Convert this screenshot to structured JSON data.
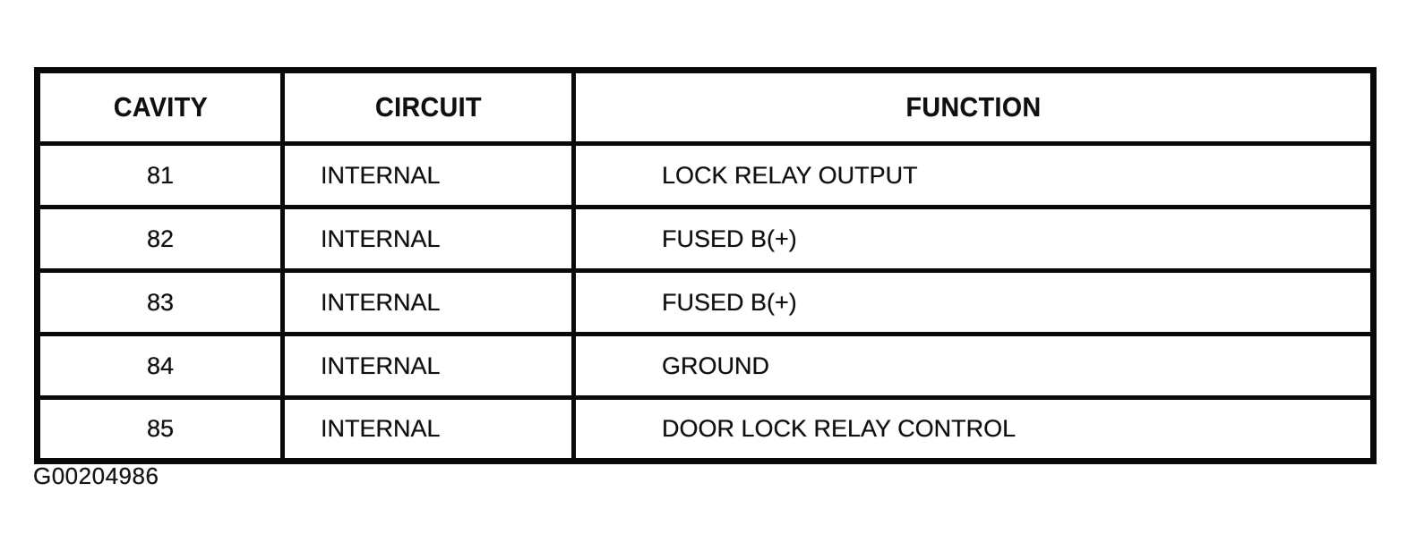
{
  "table": {
    "columns": [
      "CAVITY",
      "CIRCUIT",
      "FUNCTION"
    ],
    "rows": [
      {
        "cavity": "81",
        "circuit": "INTERNAL",
        "function": "LOCK RELAY OUTPUT"
      },
      {
        "cavity": "82",
        "circuit": "INTERNAL",
        "function": "FUSED B(+)"
      },
      {
        "cavity": "83",
        "circuit": "INTERNAL",
        "function": "FUSED B(+)"
      },
      {
        "cavity": "84",
        "circuit": "INTERNAL",
        "function": "GROUND"
      },
      {
        "cavity": "85",
        "circuit": "INTERNAL",
        "function": "DOOR LOCK RELAY CONTROL"
      }
    ]
  },
  "footer": {
    "figure_id": "G00204986"
  },
  "colors": {
    "border": "#0a0a0a",
    "background": "#ffffff",
    "text": "#101010"
  }
}
